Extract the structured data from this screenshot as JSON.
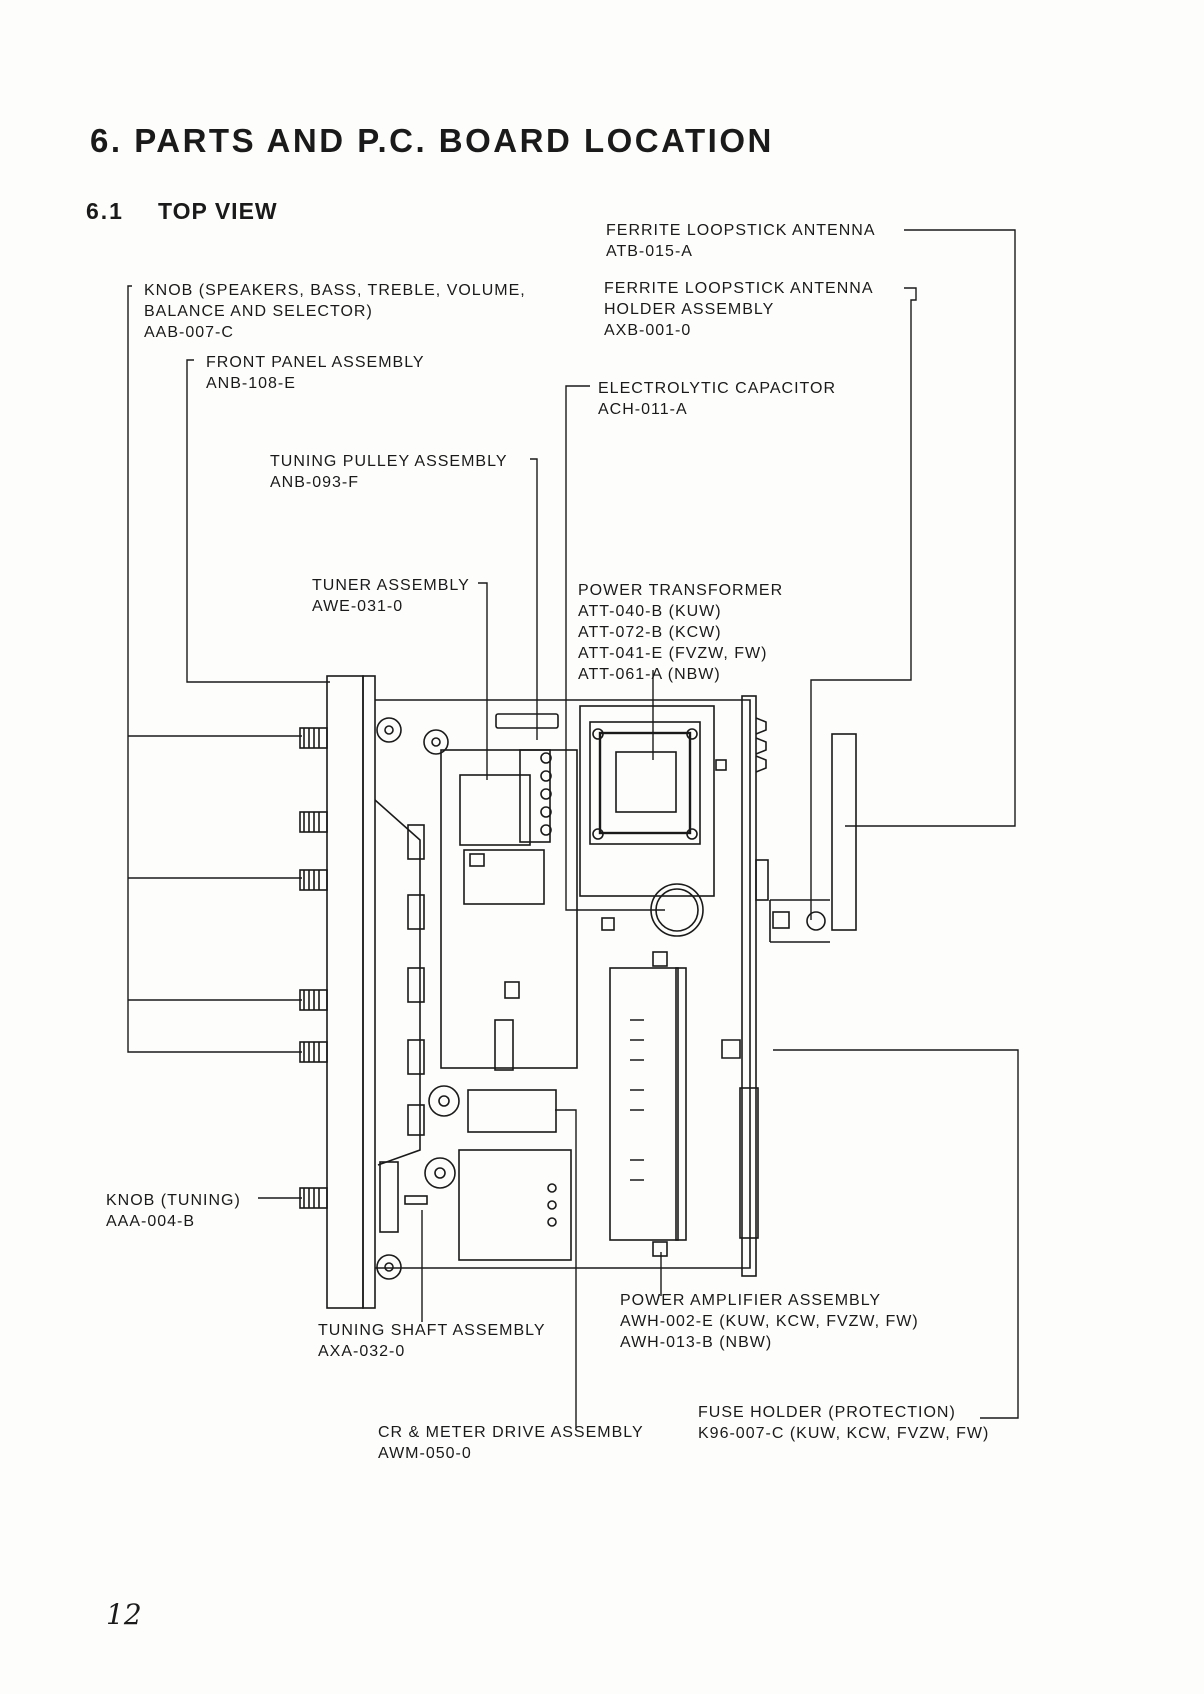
{
  "page": {
    "title": "6. PARTS AND P.C. BOARD LOCATION",
    "section_number": "6.1",
    "section_title": "TOP VIEW",
    "page_number": "12"
  },
  "labels": {
    "ferrite_antenna": {
      "name": "FERRITE LOOPSTICK ANTENNA",
      "part": "ATB-015-A"
    },
    "antenna_holder": {
      "name1": "FERRITE LOOPSTICK ANTENNA",
      "name2": "HOLDER ASSEMBLY",
      "part": "AXB-001-0"
    },
    "knob_multi": {
      "name1": "KNOB (SPEAKERS, BASS, TREBLE, VOLUME,",
      "name2": "BALANCE AND SELECTOR)",
      "part": "AAB-007-C"
    },
    "front_panel": {
      "name": "FRONT PANEL ASSEMBLY",
      "part": "ANB-108-E"
    },
    "electrolytic": {
      "name": "ELECTROLYTIC CAPACITOR",
      "part": "ACH-011-A"
    },
    "tuning_pulley": {
      "name": "TUNING PULLEY ASSEMBLY",
      "part": "ANB-093-F"
    },
    "tuner": {
      "name": "TUNER ASSEMBLY",
      "part": "AWE-031-0"
    },
    "transformer": {
      "name": "POWER TRANSFORMER",
      "parts": [
        "ATT-040-B (KUW)",
        "ATT-072-B (KCW)",
        "ATT-041-E (FVZW, FW)",
        "ATT-061-A (NBW)"
      ]
    },
    "knob_tuning": {
      "name": "KNOB (TUNING)",
      "part": "AAA-004-B"
    },
    "power_amp": {
      "name": "POWER AMPLIFIER ASSEMBLY",
      "parts": [
        "AWH-002-E (KUW, KCW, FVZW, FW)",
        "AWH-013-B (NBW)"
      ]
    },
    "tuning_shaft": {
      "name": "TUNING SHAFT ASSEMBLY",
      "part": "AXA-032-0"
    },
    "fuse_holder": {
      "name": "FUSE HOLDER (PROTECTION)",
      "part": "K96-007-C (KUW, KCW, FVZW, FW)"
    },
    "cr_meter": {
      "name": "CR & METER DRIVE ASSEMBLY",
      "part": "AWM-050-0"
    }
  },
  "colors": {
    "ink": "#1a1a1a",
    "paper": "#fdfdfb"
  }
}
